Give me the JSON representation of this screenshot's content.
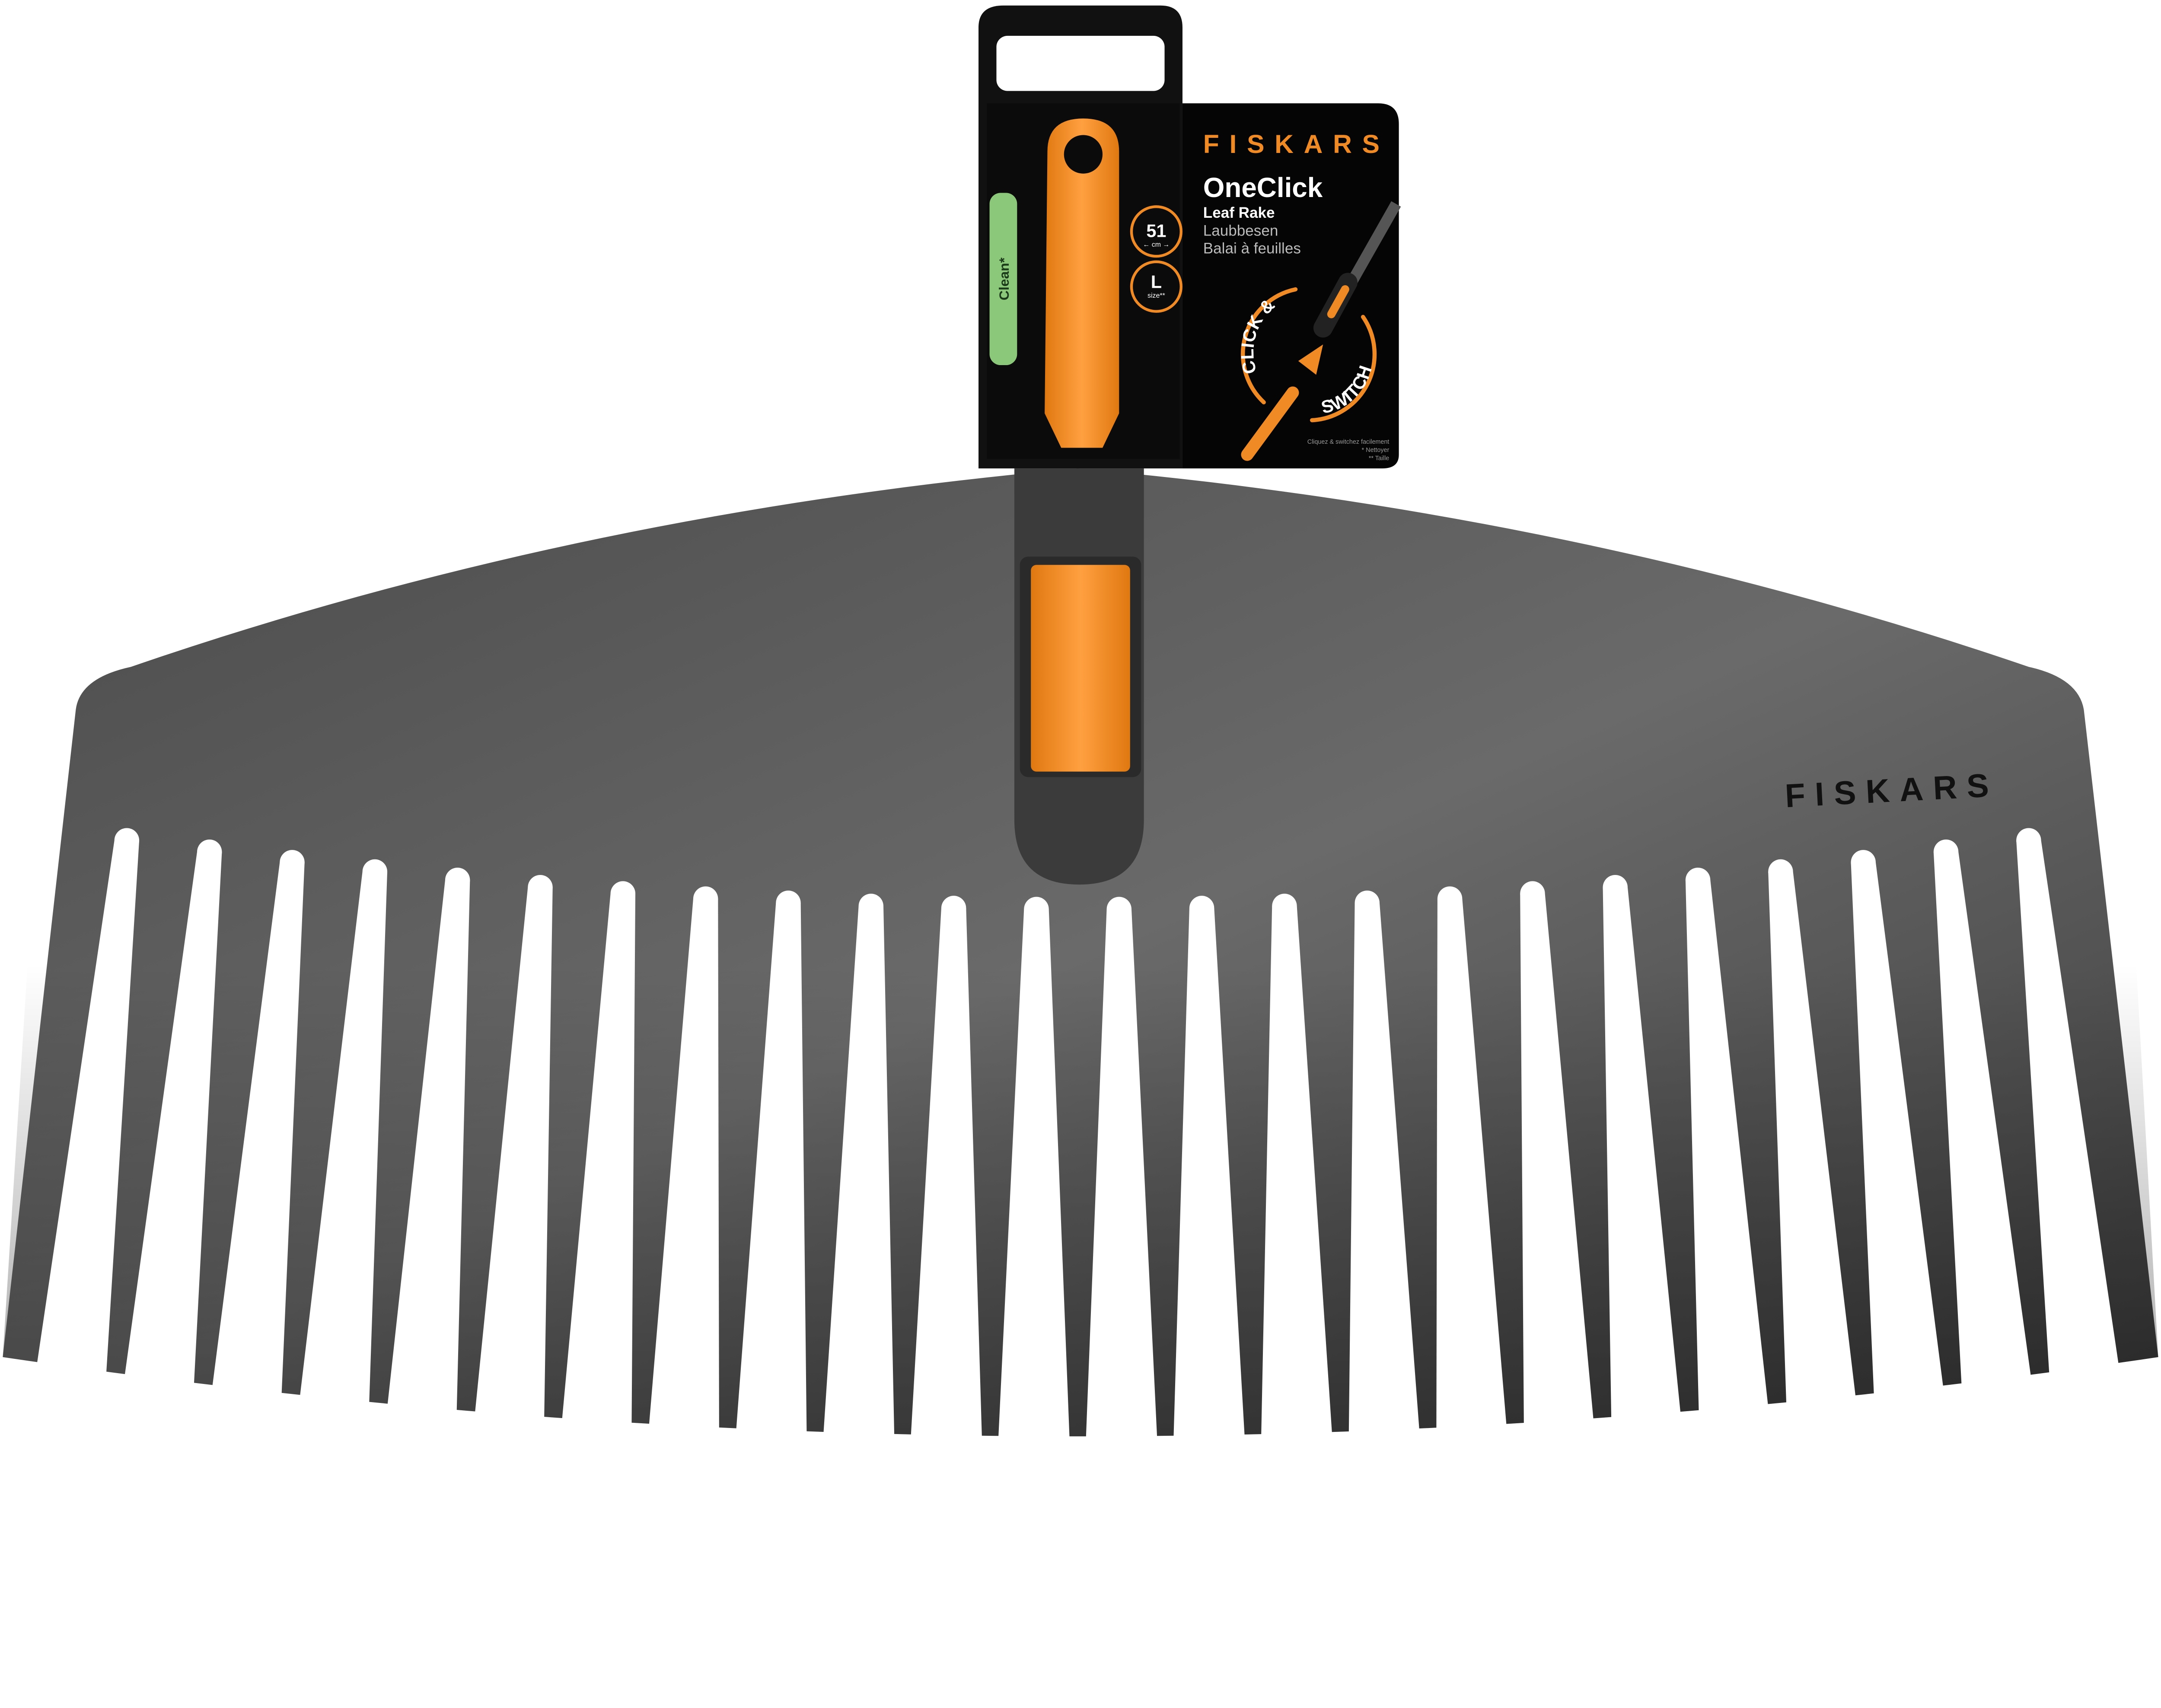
{
  "product": {
    "brand": "FISKARS",
    "line": "OneClick",
    "name_en": "Leaf Rake",
    "name_de": "Laubbesen",
    "name_fr": "Balai à feuilles",
    "tab_label": "Clean*",
    "width_value": "51",
    "width_unit": "← cm →",
    "size_value": "L",
    "size_unit": "size**",
    "badge_click": "CLICK &",
    "badge_switch": "SWITCH",
    "note_line1": "Cliquez & switchez facilement",
    "note_line2": "* Nettoyer",
    "note_line3": "** Taille",
    "rake_logo": "FISKARS"
  },
  "colors": {
    "brand_orange": "#f08a24",
    "rake_gray": "#5a5a5a",
    "label_black": "#050505",
    "tab_green": "#8cc87a"
  }
}
